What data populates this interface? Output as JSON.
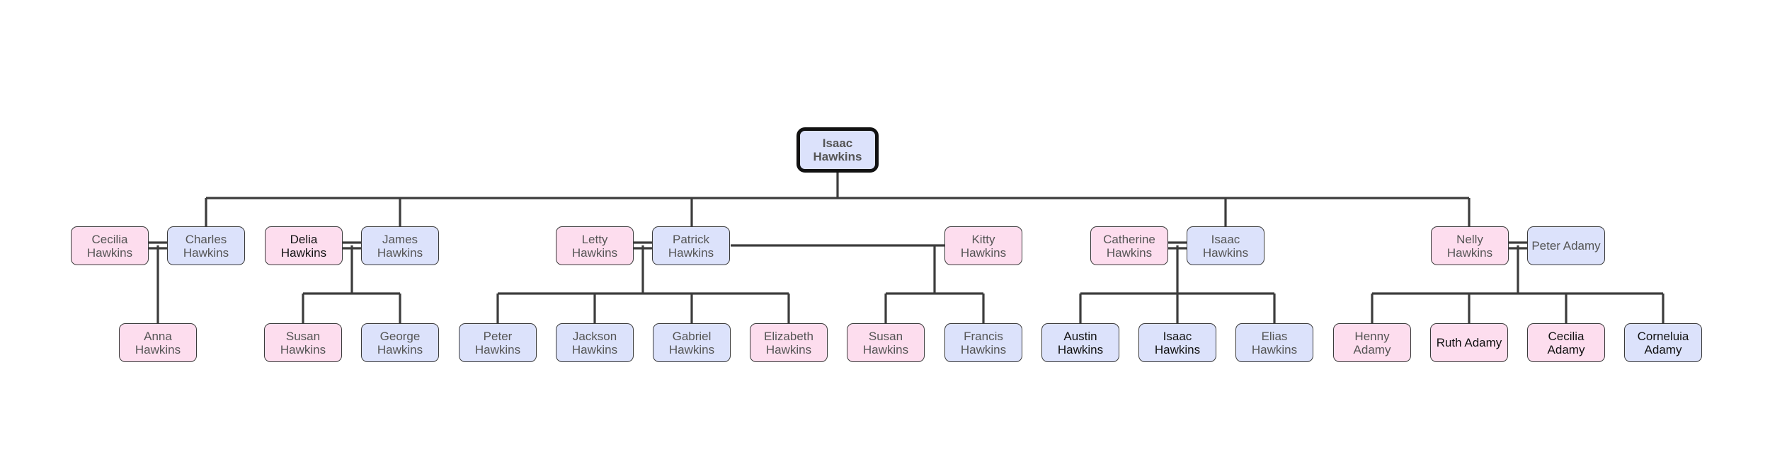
{
  "tree": {
    "root": {
      "name": "Isaac\nHawkins"
    },
    "people": {
      "cecilia_h": "Cecilia\nHawkins",
      "charles_h": "Charles\nHawkins",
      "anna_h": "Anna\nHawkins",
      "delia_h": "Delia\nHawkins",
      "james_h": "James\nHawkins",
      "susan_h1": "Susan\nHawkins",
      "george_h": "George\nHawkins",
      "letty_h": "Letty\nHawkins",
      "patrick_h": "Patrick\nHawkins",
      "kitty_h": "Kitty Hawkins",
      "peter_h": "Peter\nHawkins",
      "jackson_h": "Jackson\nHawkins",
      "gabriel_h": "Gabriel\nHawkins",
      "elizabeth_h": "Elizabeth\nHawkins",
      "susan_h2": "Susan\nHawkins",
      "francis_h": "Francis\nHawkins",
      "catherine_h": "Catherine\nHawkins",
      "isaac_h2": "Isaac\nHawkins",
      "austin_h": "Austin\nHawkins",
      "isaac_h3": "Isaac\nHawkins",
      "elias_h": "Elias\nHawkins",
      "nelly_h": "Nelly\nHawkins",
      "peter_a": "Peter Adamy",
      "henny_a": "Henny\nAdamy",
      "ruth_a": "Ruth Adamy",
      "cecilia_a": "Cecilia\nAdamy",
      "corneluia_a": "Corneluia\nAdamy"
    }
  },
  "colors": {
    "male": "#dce2fb",
    "female": "#fdddee",
    "line": "#3c3c3c"
  }
}
